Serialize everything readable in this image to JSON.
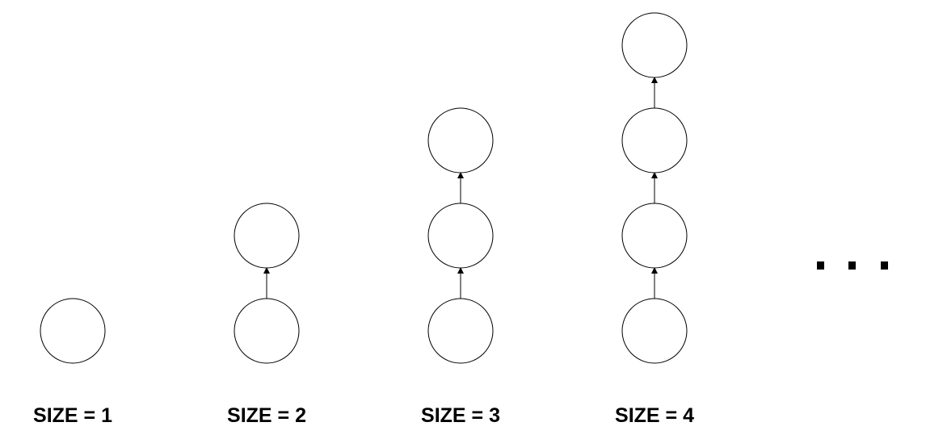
{
  "diagram": {
    "columns": [
      {
        "label": "SIZE = 1",
        "nodes": 1
      },
      {
        "label": "SIZE = 2",
        "nodes": 2
      },
      {
        "label": "SIZE = 3",
        "nodes": 3
      },
      {
        "label": "SIZE = 4",
        "nodes": 4
      }
    ],
    "edge_direction": "upward",
    "continuation": "ellipsis",
    "colors": {
      "stroke": "#000000",
      "fill": "#ffffff",
      "text": "#000000"
    }
  }
}
